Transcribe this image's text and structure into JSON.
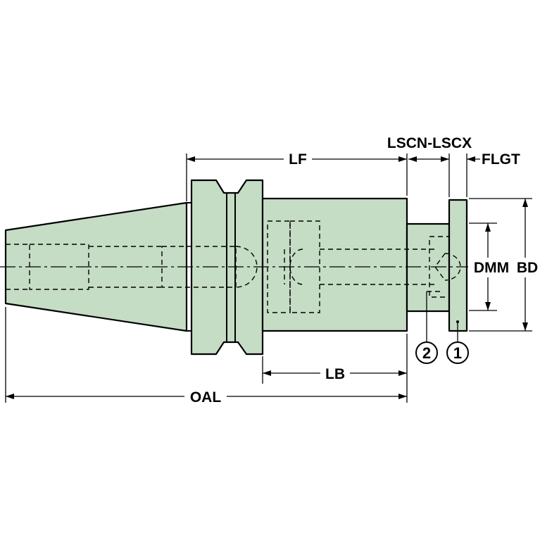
{
  "colors": {
    "body_fill": "#c5dcc5",
    "line": "#000000"
  },
  "labels": {
    "lf": "LF",
    "lscn_lscx": "LSCN-LSCX",
    "flgt": "FLGT",
    "dmm": "DMM",
    "bd": "BD",
    "lb": "LB",
    "oal": "OAL"
  },
  "callouts": {
    "one": "1",
    "two": "2"
  }
}
